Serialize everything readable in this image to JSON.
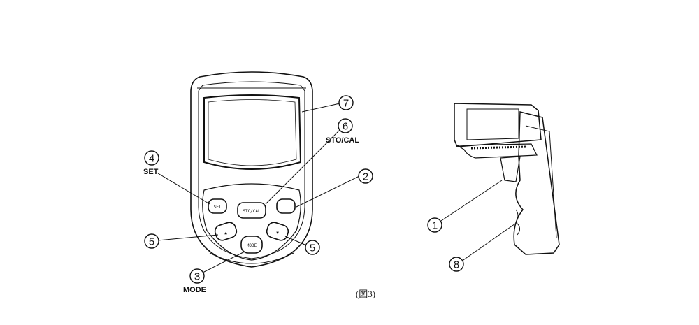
{
  "labels": {
    "set": "SET",
    "sto_cal": "STO/CAL",
    "mode": "MODE"
  },
  "callouts": {
    "c1": "1",
    "c2": "2",
    "c3": "3",
    "c4": "4",
    "c5a": "5",
    "c5b": "5",
    "c6": "6",
    "c7": "7",
    "c8": "8"
  },
  "buttons": {
    "set_key": "SET",
    "sto_cal_key": "STO/CAL",
    "mode_key": "MODE",
    "up_arrow": "▲",
    "down_arrow": "▼"
  },
  "caption": "(图3)"
}
